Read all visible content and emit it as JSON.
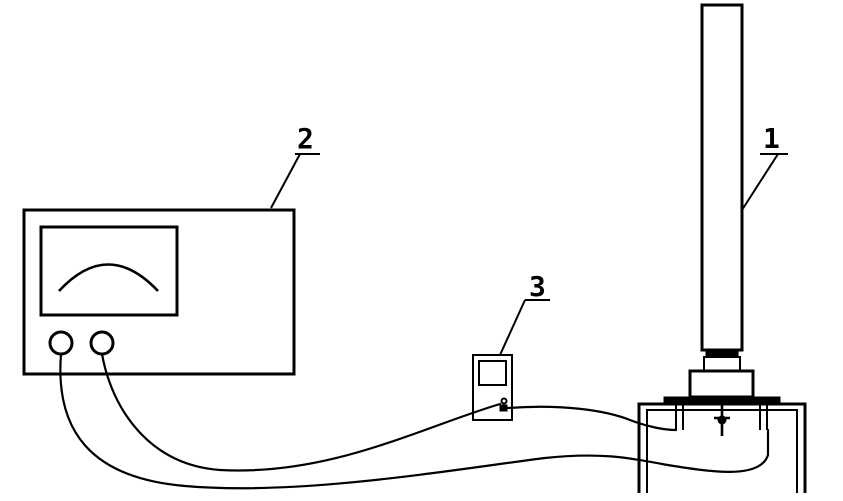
{
  "labels": {
    "column": "1",
    "oscilloscope": "2",
    "handheld_unit": "3"
  },
  "colors": {
    "line": "#000000",
    "background": "#ffffff"
  }
}
